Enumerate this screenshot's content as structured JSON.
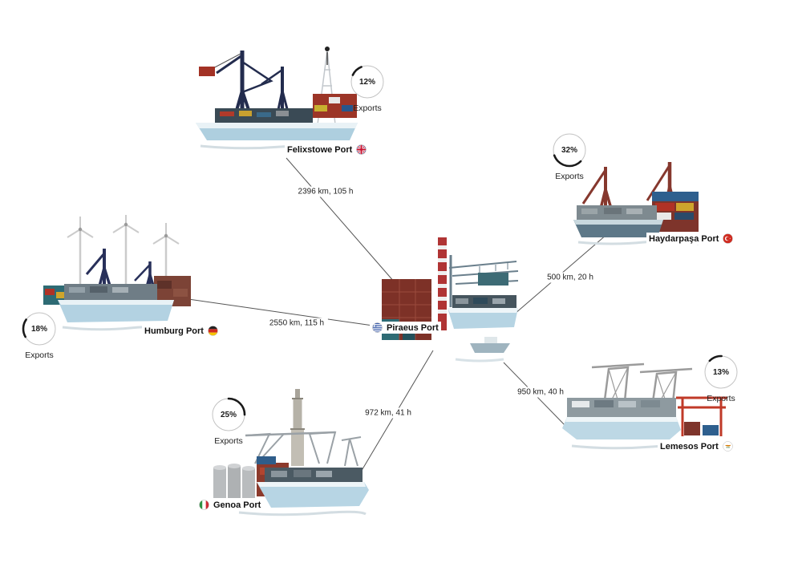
{
  "diagram": {
    "center_port": {
      "id": "piraeus",
      "label": "Piraeus Port",
      "flag_icon": "greece-flag"
    },
    "ports": [
      {
        "id": "felixstowe",
        "label": "Felixstowe Port",
        "flag_icon": "uk-flag",
        "exports_percent": "12%",
        "exports_value": 12,
        "exports_caption": "Exports",
        "route_label": "2396 km, 105 h"
      },
      {
        "id": "haydarpasa",
        "label": "Haydarpaşa Port",
        "flag_icon": "turkey-flag",
        "exports_percent": "32%",
        "exports_value": 32,
        "exports_caption": "Exports",
        "route_label": "500 km, 20 h"
      },
      {
        "id": "humburg",
        "label": "Humburg Port",
        "flag_icon": "germany-flag",
        "exports_percent": "18%",
        "exports_value": 18,
        "exports_caption": "Exports",
        "route_label": "2550 km, 115 h"
      },
      {
        "id": "genoa",
        "label": "Genoa Port",
        "flag_icon": "italy-flag",
        "exports_percent": "25%",
        "exports_value": 25,
        "exports_caption": "Exports",
        "route_label": "972 km, 41 h"
      },
      {
        "id": "lemesos",
        "label": "Lemesos Port",
        "flag_icon": "cyprus-flag",
        "exports_percent": "13%",
        "exports_value": 13,
        "exports_caption": "Exports",
        "route_label": "950 km, 40 h"
      }
    ]
  }
}
